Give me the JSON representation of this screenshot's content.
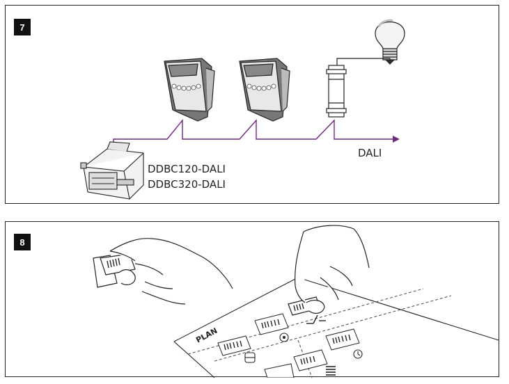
{
  "step7": {
    "badge": "7",
    "controller_label_1": "DDBC120-DALI",
    "controller_label_2": "DDBC320-DALI",
    "bus_label": "DALI"
  },
  "step8": {
    "badge": "8",
    "plan_label": "PLAN"
  },
  "colors": {
    "bus_line": "#6b2a7a",
    "outline": "#222222"
  }
}
